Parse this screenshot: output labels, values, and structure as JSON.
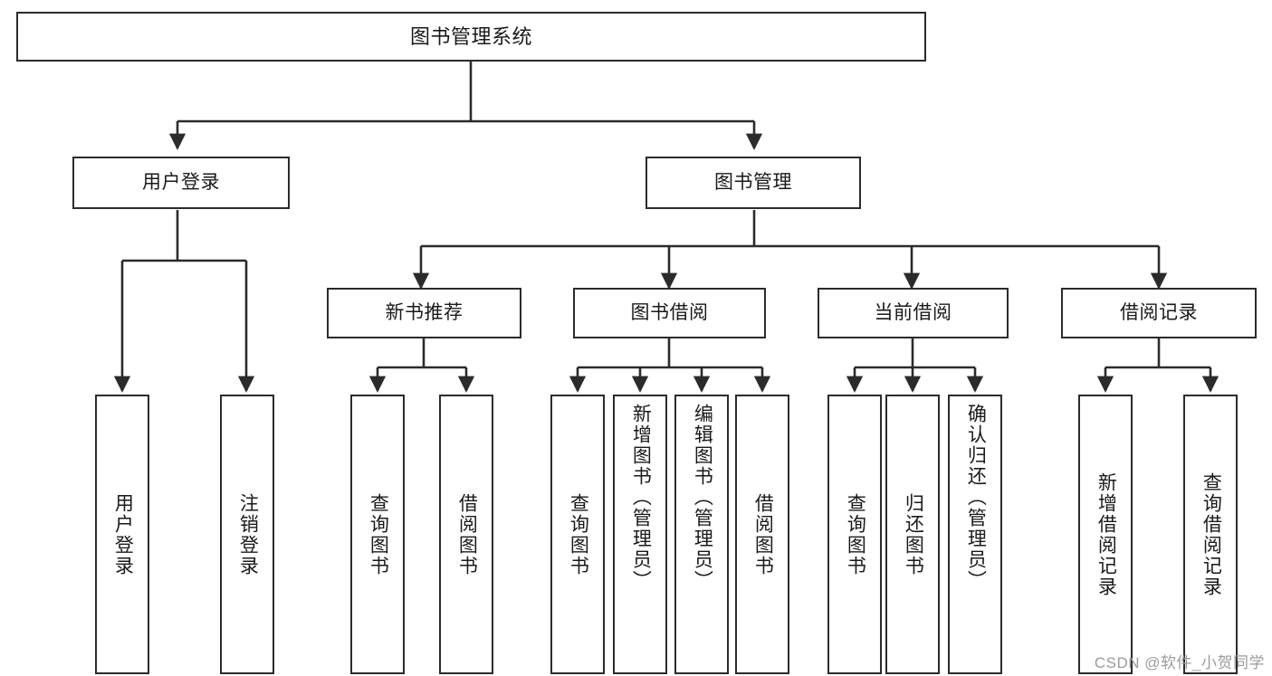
{
  "diagram": {
    "type": "tree-hierarchy",
    "title": "图书管理系统",
    "root": {
      "id": "root",
      "label": "图书管理系统"
    },
    "level2": [
      {
        "id": "user-login",
        "label": "用户登录"
      },
      {
        "id": "book-manage",
        "label": "图书管理"
      }
    ],
    "level3": [
      {
        "id": "new-book-recommend",
        "label": "新书推荐",
        "parent": "book-manage"
      },
      {
        "id": "book-borrow",
        "label": "图书借阅",
        "parent": "book-manage"
      },
      {
        "id": "current-borrow",
        "label": "当前借阅",
        "parent": "book-manage"
      },
      {
        "id": "borrow-record",
        "label": "借阅记录",
        "parent": "book-manage"
      }
    ],
    "leaves": [
      {
        "id": "leaf-user-login",
        "label": "用户登录",
        "parent": "user-login"
      },
      {
        "id": "leaf-user-logout",
        "label": "注销登录",
        "parent": "user-login"
      },
      {
        "id": "leaf-query-book-1",
        "label": "查询图书",
        "parent": "new-book-recommend"
      },
      {
        "id": "leaf-borrow-book-1",
        "label": "借阅图书",
        "parent": "new-book-recommend"
      },
      {
        "id": "leaf-query-book-2",
        "label": "查询图书",
        "parent": "book-borrow"
      },
      {
        "id": "leaf-add-book",
        "label": "新增图书（管理员）",
        "parent": "book-borrow"
      },
      {
        "id": "leaf-edit-book",
        "label": "编辑图书（管理员）",
        "parent": "book-borrow"
      },
      {
        "id": "leaf-borrow-book-2",
        "label": "借阅图书",
        "parent": "book-borrow"
      },
      {
        "id": "leaf-query-book-3",
        "label": "查询图书",
        "parent": "current-borrow"
      },
      {
        "id": "leaf-return-book",
        "label": "归还图书",
        "parent": "current-borrow"
      },
      {
        "id": "leaf-confirm-return",
        "label": "确认归还（管理员）",
        "parent": "current-borrow"
      },
      {
        "id": "leaf-add-record",
        "label": "新增借阅记录",
        "parent": "borrow-record"
      },
      {
        "id": "leaf-query-record",
        "label": "查询借阅记录",
        "parent": "borrow-record"
      }
    ],
    "colors": {
      "stroke": "#2b2b2b",
      "fill": "#ffffff",
      "text": "#1a1a1a",
      "watermark": "#9b9b9b"
    }
  },
  "watermark": {
    "text": "CSDN @软件_小贺同学"
  }
}
